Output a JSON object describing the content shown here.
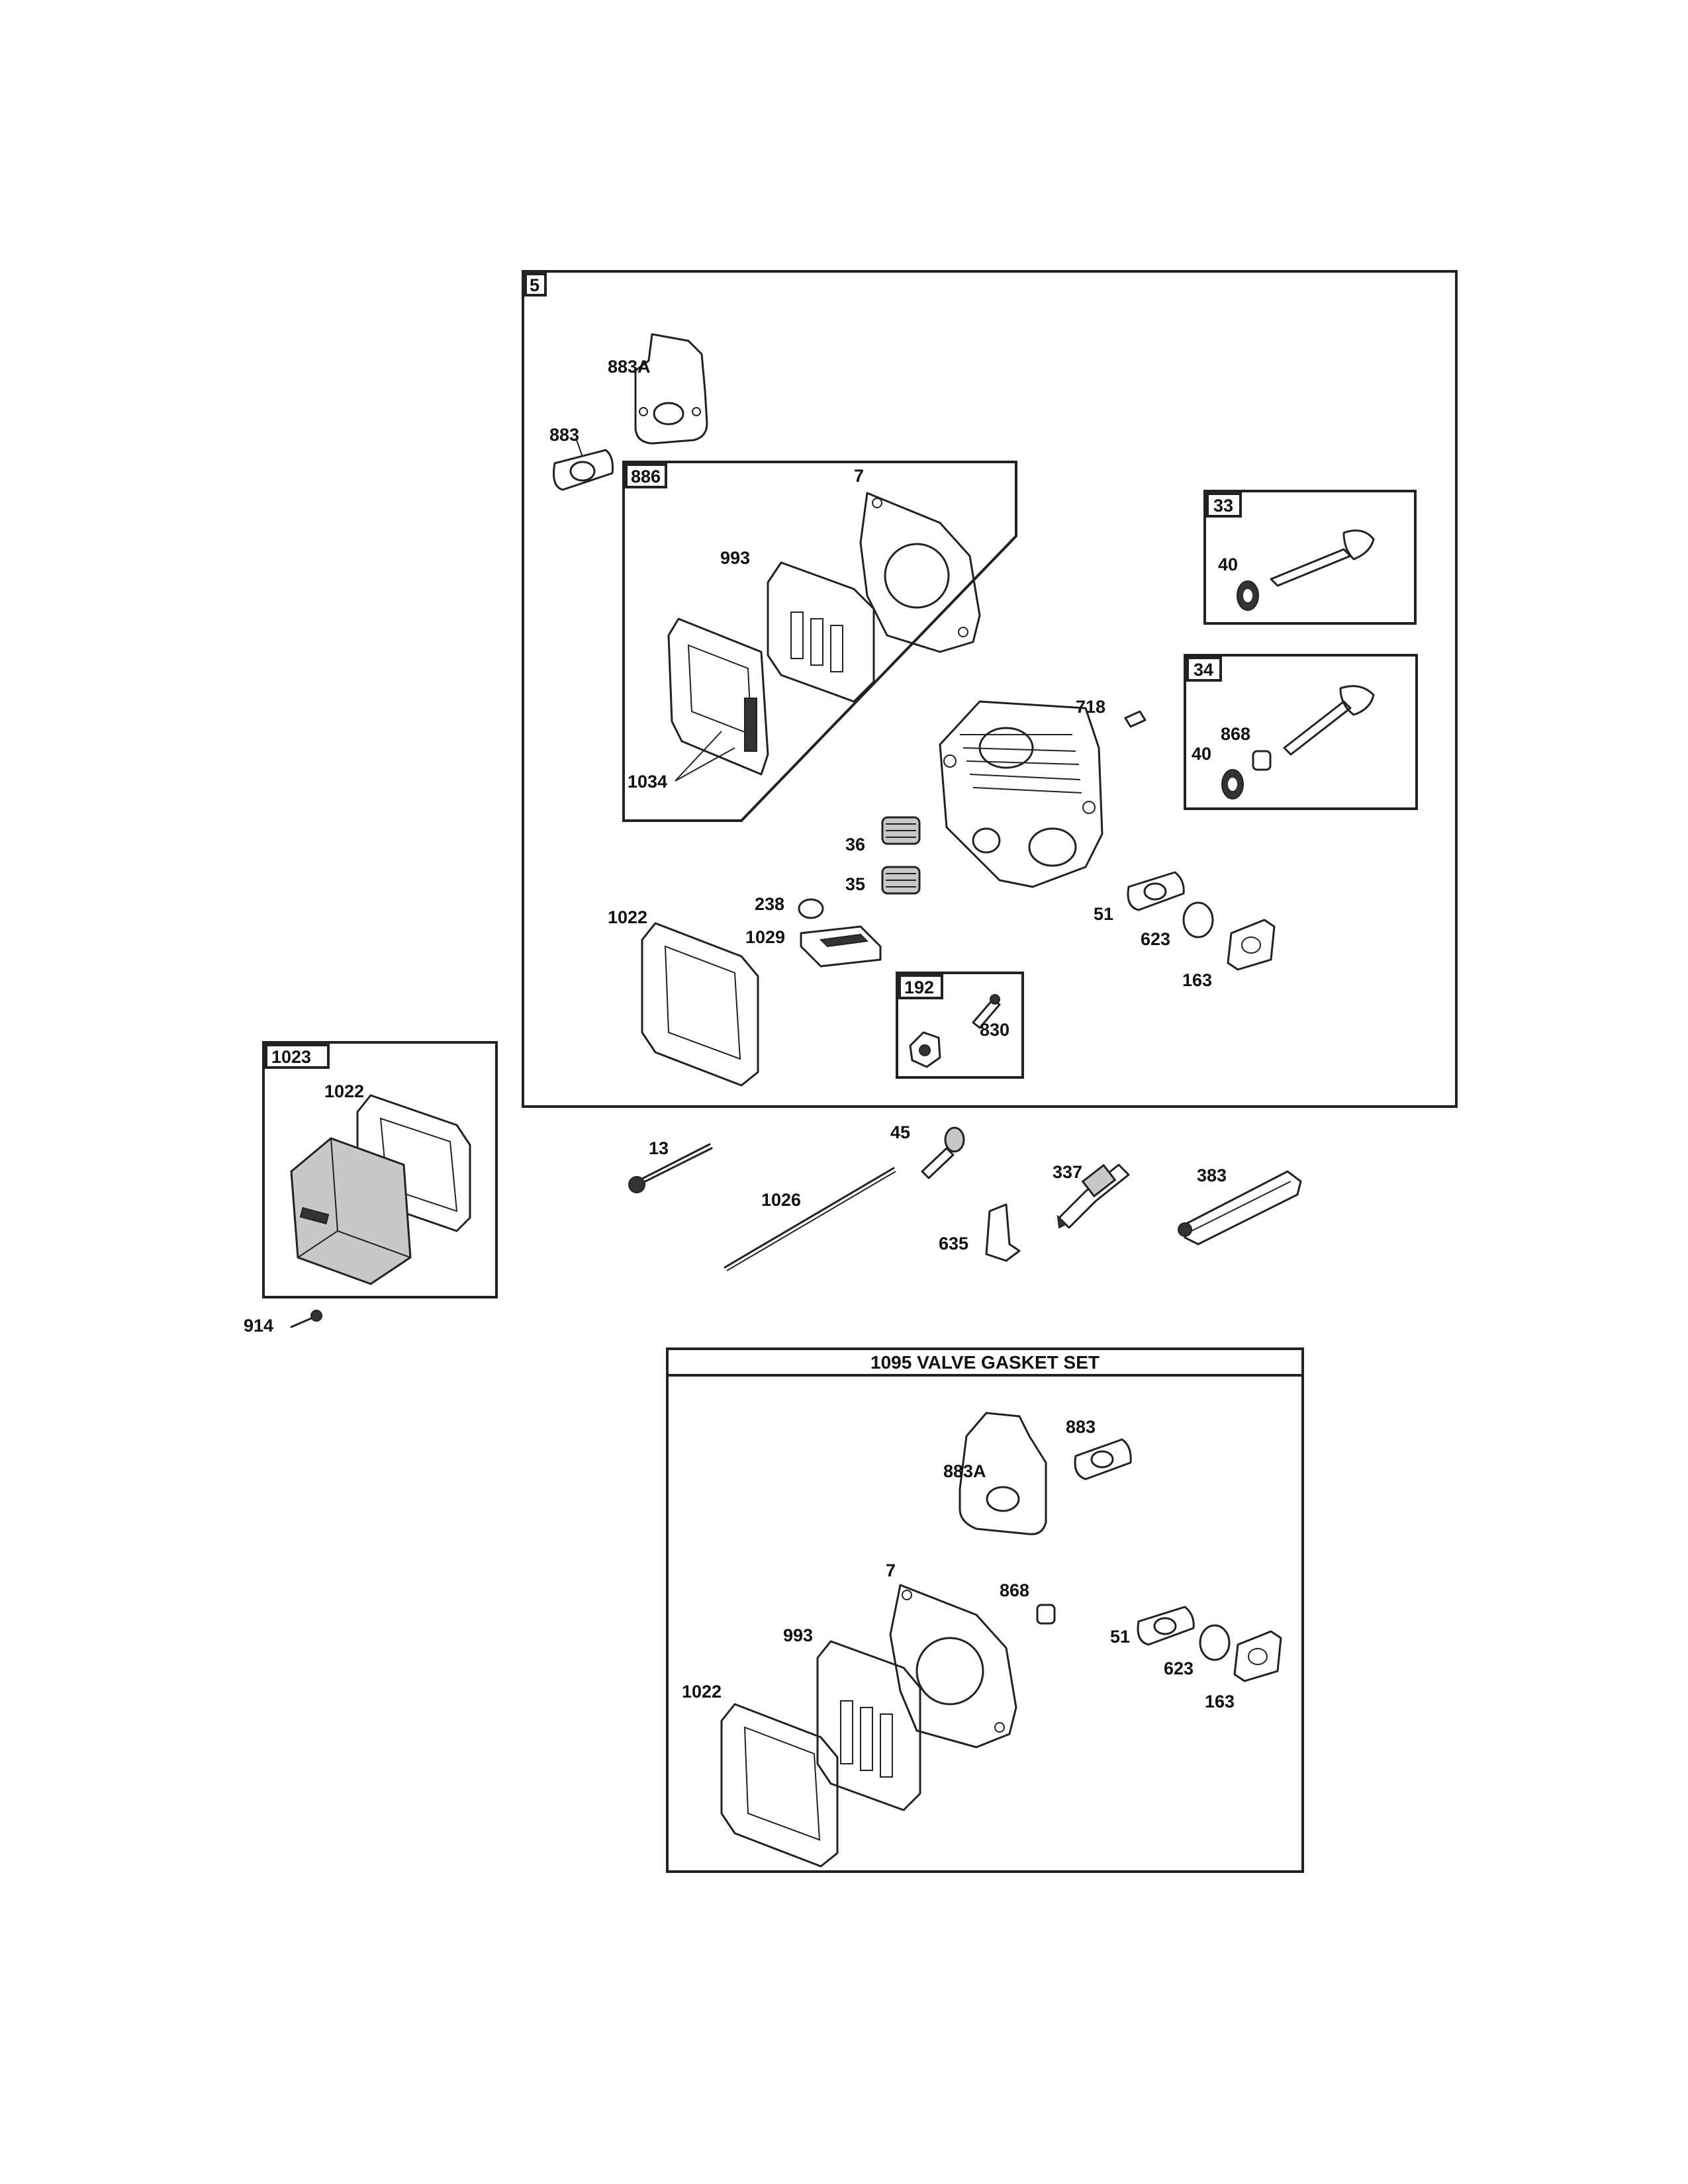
{
  "groups": {
    "main": "5",
    "gasket_sub": "886",
    "valve_33": "33",
    "valve_34": "34",
    "breather_192": "192",
    "cover_1023": "1023"
  },
  "gasket_set_title": "1095 VALVE GASKET SET",
  "callouts": {
    "p883a": "883A",
    "p883": "883",
    "p7": "7",
    "p993": "993",
    "p1034": "1034",
    "p40": "40",
    "p868": "868",
    "p718": "718",
    "p36": "36",
    "p35": "35",
    "p238": "238",
    "p1022": "1022",
    "p1029": "1029",
    "p51": "51",
    "p623": "623",
    "p163": "163",
    "p830": "830",
    "p13": "13",
    "p1026": "1026",
    "p45": "45",
    "p635": "635",
    "p337": "337",
    "p383": "383",
    "p914": "914"
  }
}
